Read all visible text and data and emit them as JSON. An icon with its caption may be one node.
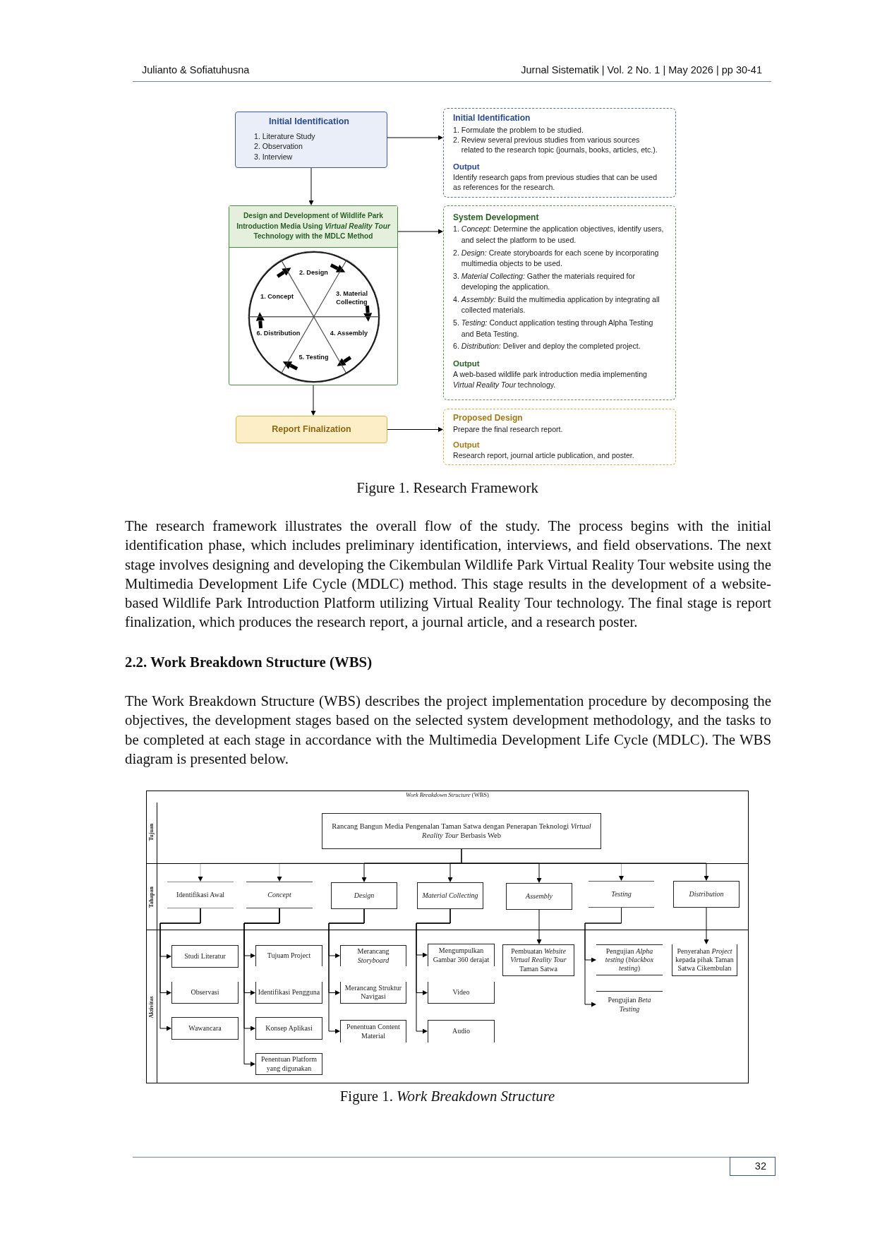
{
  "diagram": {
    "nodes": [
      {
        "text": [
          "Initial Identification",
          "1. Literature Study",
          "2. Observation",
          "3. Interview"
        ]
      },
      {
        "text": [
          "Initial Identification",
          "1. Formulate the problem to be studied.",
          "2. Review several previous studies from various sources related to the research topic (journals, books, articles, etc.).",
          "Output",
          "Identify research gaps from previous studies that can be used as references for the research."
        ]
      },
      {
        "text": [
          "Design and Development of Wildlife Park Introduction Media Using *Virtual Reality Tour* Technology with the MDLC Method"
        ]
      },
      {
        "text": [],
        "shape": "circle",
        "in": 2
      },
      {
        "text": [
          "1. Concept"
        ],
        "in": 3
      },
      {
        "text": [
          "2. Design"
        ],
        "in": 3
      },
      {
        "text": [
          "3. Material Collecting"
        ],
        "in": 3
      },
      {
        "text": [
          "4. Assembly"
        ],
        "in": 3
      },
      {
        "text": [
          "5. Testing"
        ],
        "in": 3
      },
      {
        "text": [
          "6. Distribution"
        ],
        "in": 3
      },
      {
        "text": [
          "System Development",
          "1. *Concept:* Determine the application objectives, identify users, and select the platform to be used.",
          "2. *Design:* Create storyboards for each scene by incorporating multimedia objects to be used.",
          "3. *Material Collecting:* Gather the materials required for developing the application.",
          "4. *Assembly:* Build the multimedia application by integrating all collected materials.",
          "5. *Testing:* Conduct application testing through Alpha Testing and Beta Testing.",
          "6. *Distribution:* Deliver and deploy the completed project.",
          "Output",
          "A web-based wildlife park introduction media implementing *Virtual Reality Tour* technology."
        ]
      },
      {
        "text": [
          "Report Finalization"
        ]
      },
      {
        "text": [
          "Proposed Design",
          "Prepare the final research report.",
          "Output",
          "Research report, journal article publication, and poster."
        ]
      },
      {
        "text": [
          "*Work Breakdown Structure* (WBS)"
        ]
      },
      {
        "text": [
          "Tujuan"
        ],
        "in": 13
      },
      {
        "text": [
          "Rancang Bangun Media Pengenalan Taman Satwa dengan Penerapan Teknologi *Virtual Reality Tour* Berbasis Web"
        ],
        "in": 14
      },
      {
        "text": [
          "Tahapan"
        ],
        "in": 13
      },
      {
        "text": [
          "Identifikasi Awal"
        ],
        "in": 16
      },
      {
        "text": [
          "Concept"
        ],
        "in": 16
      },
      {
        "text": [
          "Design"
        ],
        "in": 16
      },
      {
        "text": [
          "Material Collecting"
        ],
        "in": 16
      },
      {
        "text": [
          "Assembly"
        ],
        "in": 16
      },
      {
        "text": [
          "Testing"
        ],
        "in": 16
      },
      {
        "text": [
          "Distribution"
        ],
        "in": 16
      },
      {
        "text": [
          "Aktivitas"
        ],
        "in": 13
      },
      {
        "text": [
          "Studi Literatur"
        ],
        "in": 24
      },
      {
        "text": [
          "Observasi"
        ],
        "in": 24
      },
      {
        "text": [
          "Wawancara"
        ],
        "in": 24
      },
      {
        "text": [
          "Tujuam Project"
        ],
        "in": 24
      },
      {
        "text": [
          "Identifikasi Pengguna"
        ],
        "in": 24
      },
      {
        "text": [
          "Konsep Aplikasi"
        ],
        "in": 24
      },
      {
        "text": [
          "Penentuan Platform yang digunakan"
        ],
        "in": 24
      },
      {
        "text": [
          "Merancang *Storyboard*"
        ],
        "in": 24
      },
      {
        "text": [
          "Merancang Struktur Navigasi"
        ],
        "in": 24
      },
      {
        "text": [
          "Penentuan Content Material"
        ],
        "in": 24
      },
      {
        "text": [
          "Mengumpulkan Gambar 360 derajat"
        ],
        "in": 24
      },
      {
        "text": [
          "Video"
        ],
        "in": 24
      },
      {
        "text": [
          "Audio"
        ],
        "in": 24
      },
      {
        "text": [
          "Pembuatan *Website Virtual Reality Tour* Taman Satwa"
        ],
        "in": 24
      },
      {
        "text": [
          "Pengujian *Alpha testing* (*blackbox testing*)"
        ],
        "in": 24
      },
      {
        "text": [
          "Pengujian *Beta Testing*"
        ],
        "in": 24
      },
      {
        "text": [
          "Penyerahan *Project* kepada pihak Taman Satwa Cikembulan"
        ],
        "in": 24
      }
    ],
    "edges": [
      {
        "from": 0,
        "to": 1,
        "arrow": "to"
      },
      {
        "from": 0,
        "to": 2,
        "arrow": "to"
      },
      {
        "from": 2,
        "to": 10,
        "arrow": "to"
      },
      {
        "from": 4,
        "to": 5,
        "arrow": "to",
        "style": "thick"
      },
      {
        "from": 5,
        "to": 6,
        "arrow": "to",
        "style": "thick"
      },
      {
        "from": 6,
        "to": 7,
        "arrow": "to",
        "style": "thick"
      },
      {
        "from": 7,
        "to": 8,
        "arrow": "to",
        "style": "thick"
      },
      {
        "from": 8,
        "to": 9,
        "arrow": "to",
        "style": "thick"
      },
      {
        "from": 9,
        "to": 4,
        "arrow": "to",
        "style": "thick"
      },
      {
        "from": 2,
        "to": 11,
        "arrow": "to"
      },
      {
        "from": 11,
        "to": 12,
        "arrow": "to"
      },
      {
        "from": 15,
        "to": 17,
        "arrow": "to",
        "color": "#b3b3b3"
      },
      {
        "from": 15,
        "to": 18,
        "arrow": "to",
        "color": "#b3b3b3"
      },
      {
        "from": 15,
        "to": 19,
        "arrow": "to"
      },
      {
        "from": 15,
        "to": 20,
        "arrow": "to"
      },
      {
        "from": 15,
        "to": 21,
        "arrow": "to"
      },
      {
        "from": 15,
        "to": 22,
        "arrow": "to",
        "color": "#b3b3b3"
      },
      {
        "from": 15,
        "to": 23,
        "arrow": "to"
      },
      {
        "from": 17,
        "to": 25,
        "arrow": "to"
      },
      {
        "from": 17,
        "to": 26,
        "arrow": "to"
      },
      {
        "from": 17,
        "to": 27,
        "arrow": "to"
      },
      {
        "from": 18,
        "to": 28,
        "arrow": "to"
      },
      {
        "from": 18,
        "to": 29,
        "arrow": "to"
      },
      {
        "from": 18,
        "to": 30,
        "arrow": "to"
      },
      {
        "from": 18,
        "to": 31,
        "arrow": "to"
      },
      {
        "from": 19,
        "to": 32,
        "arrow": "to"
      },
      {
        "from": 19,
        "to": 33,
        "arrow": "to"
      },
      {
        "from": 19,
        "to": 34,
        "arrow": "to"
      },
      {
        "from": 20,
        "to": 35,
        "arrow": "to"
      },
      {
        "from": 20,
        "to": 36,
        "arrow": "to"
      },
      {
        "from": 20,
        "to": 37,
        "arrow": "to"
      },
      {
        "from": 21,
        "to": 38,
        "arrow": "to"
      },
      {
        "from": 22,
        "to": 39,
        "arrow": "to"
      },
      {
        "from": 22,
        "to": 40,
        "arrow": "to"
      },
      {
        "from": 23,
        "to": 41,
        "arrow": "to"
      }
    ],
    "labels": [
      "Julianto & Sofiatuhusna",
      "Jurnal Sistematik | Vol. 2 No. 1 | May 2026 | pp 30-41",
      "Figure 1. Research Framework",
      "The research framework illustrates the overall flow of the study. The process begins with the initial identification phase, which includes preliminary identification, interviews, and field observations. The next stage involves designing and developing the Cikembulan Wildlife Park Virtual Reality Tour website using the Multimedia Development Life Cycle (MDLC) method. This stage results in the development of a website-based Wildlife Park Introduction Platform utilizing Virtual Reality Tour technology. The final stage is report finalization, which produces the research report, a journal article, and a research poster.",
      "2.2. Work Breakdown Structure (WBS)",
      "The Work Breakdown Structure (WBS) describes the project implementation procedure by decomposing the objectives, the development stages based on the selected system development methodology, and the tasks to be completed at each stage in accordance with the Multimedia Development Life Cycle (MDLC). The WBS diagram is presented below.",
      "Figure 1. *Work Breakdown Structure*",
      "32"
    ]
  }
}
